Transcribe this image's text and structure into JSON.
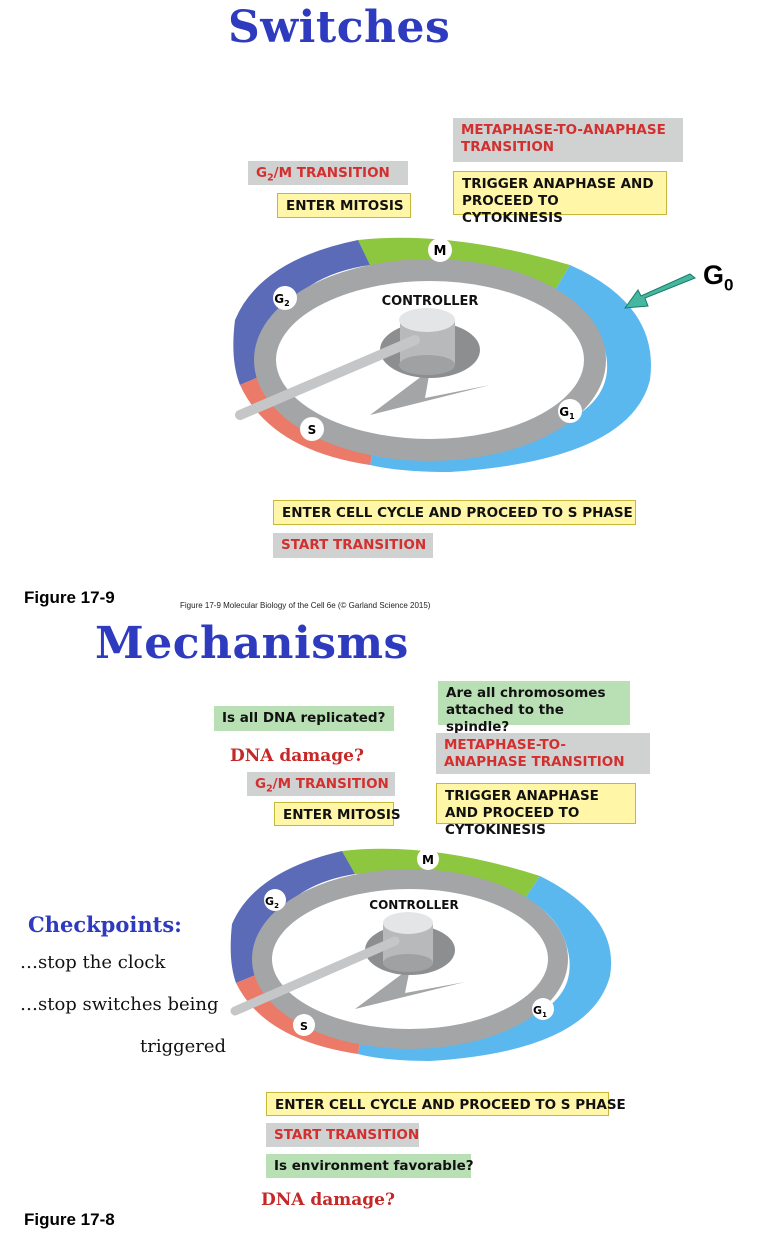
{
  "top": {
    "title": "Switches",
    "metaphase_box": "METAPHASE-TO-ANAPHASE TRANSITION",
    "g2m_box_main": "G",
    "g2m_box_sub": "2",
    "g2m_box_rest": "/M TRANSITION",
    "enter_mitosis": "ENTER MITOSIS",
    "trigger_box": "TRIGGER ANAPHASE AND PROCEED TO CYTOKINESIS",
    "g0_main": "G",
    "g0_sub": "0",
    "controller": "CONTROLLER",
    "phase_m": "M",
    "phase_g2": "G",
    "phase_g2_sub": "2",
    "phase_g1": "G",
    "phase_g1_sub": "1",
    "phase_s": "S",
    "enter_cycle": "ENTER CELL CYCLE AND PROCEED TO S PHASE",
    "start_transition": "START TRANSITION",
    "figure_label": "Figure 17-9",
    "credit": "Figure 17-9  Molecular Biology of the Cell 6e (© Garland Science 2015)"
  },
  "bottom": {
    "title": "Mechanisms",
    "chromosomes_q": "Are all chromosomes attached to the spindle?",
    "dna_replicated_q": "Is all DNA replicated?",
    "dna_damage_top": "DNA damage?",
    "metaphase_box": "METAPHASE-TO-ANAPHASE TRANSITION",
    "g2m_box_main": "G",
    "g2m_box_sub": "2",
    "g2m_box_rest": "/M TRANSITION",
    "trigger_box": "TRIGGER ANAPHASE AND PROCEED TO CYTOKINESIS",
    "enter_mitosis": "ENTER MITOSIS",
    "controller": "CONTROLLER",
    "phase_m": "M",
    "phase_g2": "G",
    "phase_g2_sub": "2",
    "phase_g1": "G",
    "phase_g1_sub": "1",
    "phase_s": "S",
    "checkpoints_title": "Checkpoints:",
    "checkpoint_line1": "…stop the clock",
    "checkpoint_line2": "…stop switches being",
    "checkpoint_line3": "triggered",
    "enter_cycle": "ENTER CELL CYCLE AND PROCEED TO S PHASE",
    "start_transition": "START TRANSITION",
    "environment_q": "Is environment favorable?",
    "dna_damage_bottom": "DNA damage?",
    "figure_label": "Figure 17-8"
  },
  "colors": {
    "title_blue": "#2f3bbf",
    "phase_m": "#8dc63f",
    "phase_g1": "#5bb8ef",
    "phase_g2": "#5b6bb8",
    "phase_s": "#ec7a68",
    "transition_red": "#d32f2f"
  }
}
